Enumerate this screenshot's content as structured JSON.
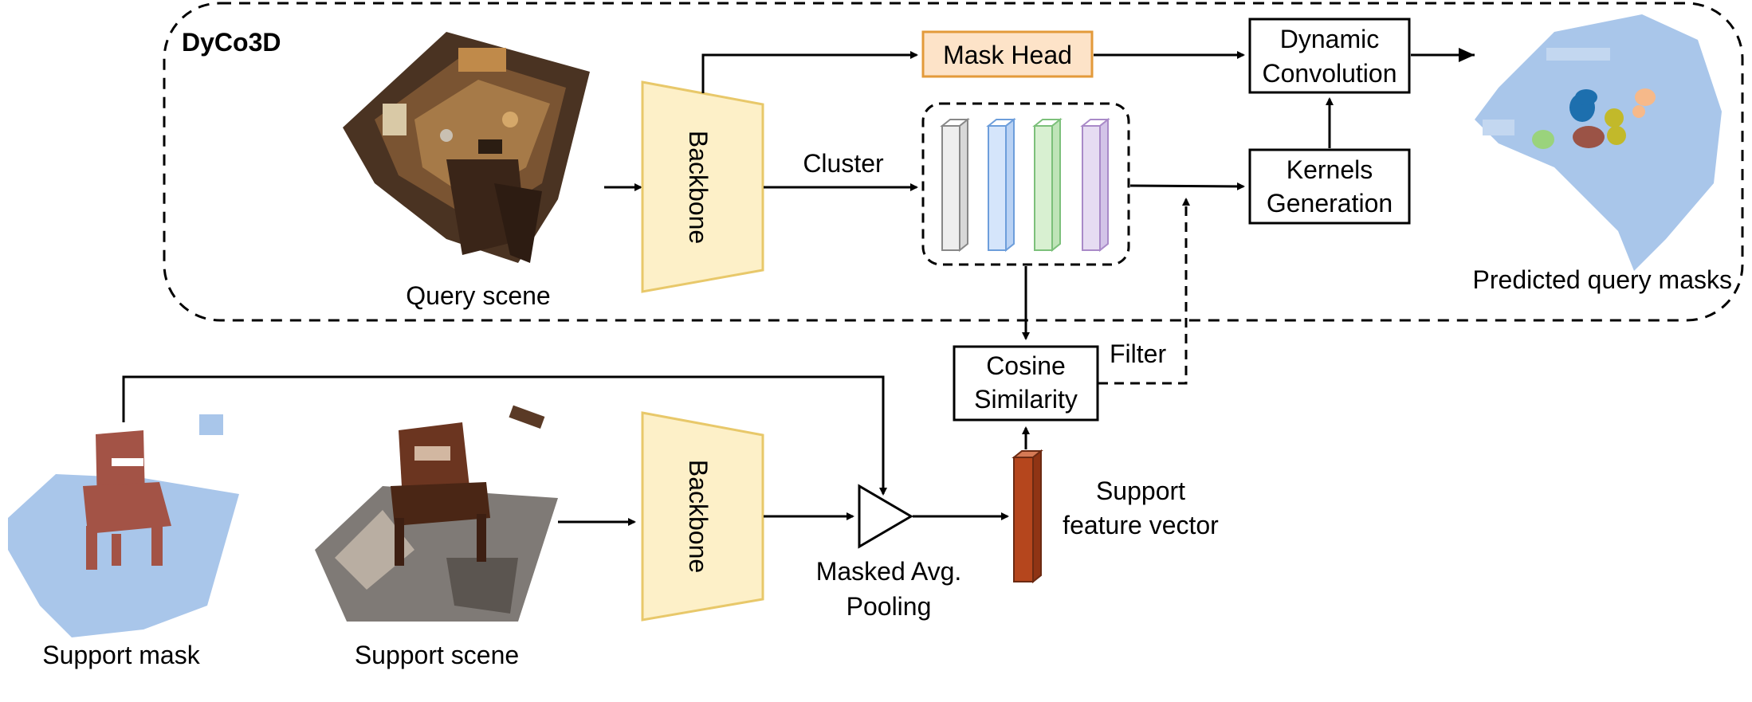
{
  "framework_label": "DyCo3D",
  "labels": {
    "query_scene": "Query scene",
    "backbone_top": "Backbone",
    "cluster": "Cluster",
    "mask_head": "Mask Head",
    "dynamic_convolution": [
      "Dynamic",
      "Convolution"
    ],
    "kernels_generation": [
      "Kernels",
      "Generation"
    ],
    "predicted_query_masks": "Predicted query masks",
    "cosine_similarity": [
      "Cosine",
      "Similarity"
    ],
    "filter": "Filter",
    "support_mask": "Support mask",
    "support_scene": "Support scene",
    "backbone_bottom": "Backbone",
    "masked_avg_pooling": [
      "Masked Avg.",
      "Pooling"
    ],
    "support_feature_vector": [
      "Support",
      "feature vector"
    ]
  },
  "colors": {
    "backbone_fill": "#fdf0c8",
    "backbone_stroke": "#e8c86a",
    "mask_head_fill": "#fde3c8",
    "mask_head_stroke": "#e39a3a",
    "cluster_feature_colors": [
      "#eeeeee",
      "#d5e5fb",
      "#d8f0d1",
      "#e6dcf2"
    ],
    "cluster_feature_strokes": [
      "#888888",
      "#6d9edb",
      "#7cc07a",
      "#a98ac8"
    ],
    "support_vector_fill": "#b5461d",
    "mask_blue": "#a9c6ea",
    "chair_red": "#a35346"
  }
}
